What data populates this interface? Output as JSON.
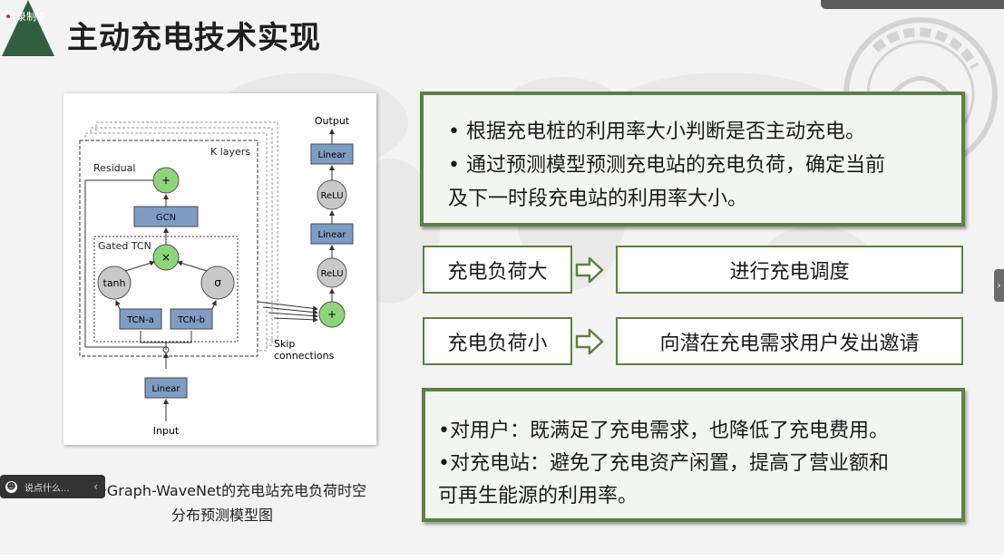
{
  "header": {
    "recording_badge": "录制中",
    "title": "主动充电技术实现"
  },
  "diagram": {
    "output_label": "Output",
    "k_layers_label": "K layers",
    "residual_label": "Residual",
    "gcn_label": "GCN",
    "gated_tcn_label": "Gated TCN",
    "plus_symbol": "+",
    "times_symbol": "×",
    "tanh_label": "tanh",
    "sigma_label": "σ",
    "tcn_a_label": "TCN-a",
    "tcn_b_label": "TCN-b",
    "linear_label": "Linear",
    "input_label": "Input",
    "relu_label": "ReLU",
    "skip_label_1": "Skip",
    "skip_label_2": "connections"
  },
  "caption": {
    "line1": "基于Graph-WaveNet的充电站充电负荷时空",
    "line2": "分布预测模型图"
  },
  "box1": {
    "line1": "• 根据充电桩的利用率大小判断是否主动充电。",
    "line2": "• 通过预测模型预测充电站的充电负荷，确定当前",
    "line3": "及下一时段充电站的利用率大小。"
  },
  "rules": [
    {
      "condition": "充电负荷大",
      "action": "进行充电调度"
    },
    {
      "condition": "充电负荷小",
      "action": "向潜在充电需求用户发出邀请"
    }
  ],
  "box3": {
    "line1": "•对用户：既满足了充电需求，也降低了充电费用。",
    "line2": "•对充电站：避免了充电资产闲置，提高了营业额和",
    "line3": "可再生能源的利用率。"
  },
  "overlay": {
    "chat_placeholder": "说点什么...",
    "chat_chevron": "‹",
    "side_tab_arrow": "›"
  },
  "colors": {
    "accent_green": "#5e7f45",
    "box_fill": "#f2f6ee",
    "diagram_node_blue": "#7f9cc3",
    "diagram_node_green": "#8fd47a",
    "diagram_node_grey": "#c9c9c9"
  }
}
